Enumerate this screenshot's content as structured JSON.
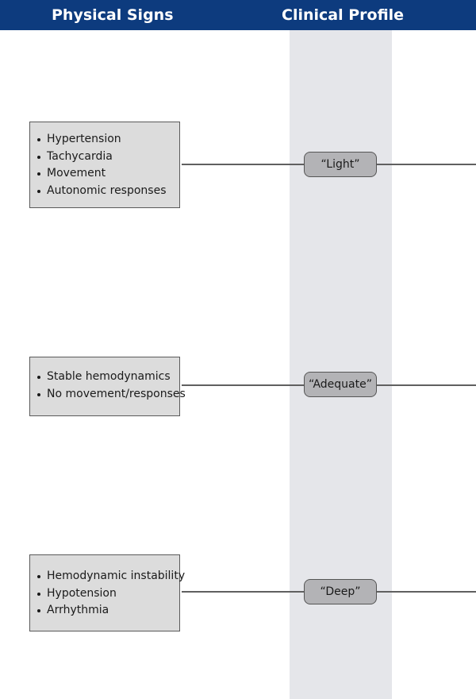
{
  "header": {
    "left_title": "Physical Signs",
    "center_title": "Clinical Profile"
  },
  "rows": [
    {
      "signs": [
        "Hypertension",
        "Tachycardia",
        "Movement",
        "Autonomic responses"
      ],
      "profile": "“Light”"
    },
    {
      "signs": [
        "Stable hemodynamics",
        "No movement/responses"
      ],
      "profile": "“Adequate”"
    },
    {
      "signs": [
        "Hemodynamic instability",
        "Hypotension",
        "Arrhythmia"
      ],
      "profile": "“Deep”"
    }
  ],
  "colors": {
    "header_bg": "#0d3b7e",
    "band_bg": "#e5e6ea",
    "box_bg": "#dcdcdc",
    "pill_bg": "#b3b3b6",
    "line": "#606060"
  }
}
